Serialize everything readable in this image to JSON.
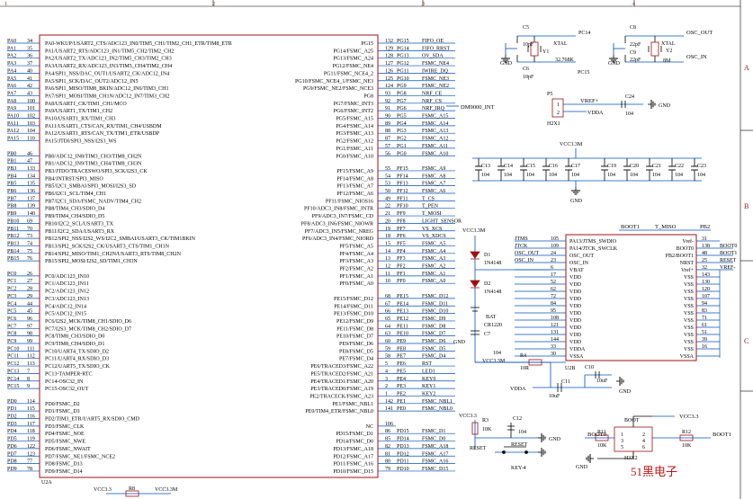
{
  "frame": {
    "cols": [
      "1",
      "2",
      "3",
      "4"
    ],
    "rows": [
      "A",
      "B",
      "C"
    ]
  },
  "brand": "51黑电子",
  "mcu": {
    "ref": "U2A",
    "left_pins": [
      {
        "net": "PA0",
        "num": "34",
        "name": "PA0-WKUP/USART2_CTS/ADC123_IN0/TIM5_CH1/TIM2_CH1_ETR/TIM8_ETR"
      },
      {
        "net": "PA1",
        "num": "35",
        "name": "PA1/USART2_RTS/ADC123_IN1/TIM5_CH2/TIM2_CH2"
      },
      {
        "net": "PA2",
        "num": "36",
        "name": "PA2/USART2_TX/ADC123_IN2/TIM5_CH3/TIM2_CH3"
      },
      {
        "net": "PA3",
        "num": "37",
        "name": "PA3/USART2_RX/ADC123_IN3/TIM5_CH4/TIM2_CH4"
      },
      {
        "net": "PA4",
        "num": "40",
        "name": "PA4/SPI1_NSS/DAC_OUT1/USART2_CK/ADC12_IN4"
      },
      {
        "net": "PA5",
        "num": "41",
        "name": "PA5/SPI1_SCK/DAC_OUT2/ADC12_IN5"
      },
      {
        "net": "PA6",
        "num": "42",
        "name": "PA6/SPI1_MISO/TIM8_BKIN/ADC12_IN6/TIM3_CH1"
      },
      {
        "net": "PA7",
        "num": "43",
        "name": "PA7/SPI1_MOSI/TIM8_CH1N/ADC12_IN7/TIM3_CH2"
      },
      {
        "net": "PA8",
        "num": "100",
        "name": "PA8/USART1_CK/TIM1_CH1/MCO"
      },
      {
        "net": "PA9",
        "num": "101",
        "name": "PA9/USART1_TX/TIM1_CH2"
      },
      {
        "net": "PA10",
        "num": "102",
        "name": "PA10/USART1_RX/TIM1_CH3"
      },
      {
        "net": "PA11",
        "num": "103",
        "name": "PA11/USART1_CTS/CAN_RX/TIM1_CH4/USBDM"
      },
      {
        "net": "PA12",
        "num": "104",
        "name": "PA12/USART1_RTS/CAN_TX/TIM1_ETR/USBDP"
      },
      {
        "net": "PA15",
        "num": "110",
        "name": "PA15/JTDI/SPI3_NSS/I2S3_WS"
      },
      {
        "net": "",
        "num": "",
        "name": ""
      },
      {
        "net": "PB0",
        "num": "46",
        "name": "PB0/ADC12_IN8/TIM3_CH3/TIM8_CH2N"
      },
      {
        "net": "PB1",
        "num": "47",
        "name": "PB1/ADC12_IN9/TIM3_CH4/TIM8_CH3N"
      },
      {
        "net": "PB3",
        "num": "133",
        "name": "PB3/JTDO/TRACESWO/SPI3_SCK/I2S3_CK"
      },
      {
        "net": "PB4",
        "num": "134",
        "name": "PB4/JNTRST/SPI3_MISO"
      },
      {
        "net": "PB5",
        "num": "135",
        "name": "PB5/I2C1_SMBAI/SPI3_MOSI/I2S3_SD"
      },
      {
        "net": "PB6",
        "num": "136",
        "name": "PB6/I2C1_SCL/TIM4_CH1"
      },
      {
        "net": "PB7",
        "num": "137",
        "name": "PB7/I2C1_SDA/FSMC_NADV/TIM4_CH2"
      },
      {
        "net": "PB8",
        "num": "139",
        "name": "PB8/TIM4_CH3/SDIO_D4"
      },
      {
        "net": "PB9",
        "num": "140",
        "name": "PB9/TIM4_CH4/SDIO_D5"
      },
      {
        "net": "PB10",
        "num": "69",
        "name": "PB10/I2C2_SCL/USART3_TX"
      },
      {
        "net": "PB11",
        "num": "70",
        "name": "PB11/I2C2_SDA/USART3_RX"
      },
      {
        "net": "PB12",
        "num": "73",
        "name": "PB12/SPI2_NSS/I2S2_WS/I2C2_SMBAI/USART3_CK/TIM1BKIN"
      },
      {
        "net": "PB13",
        "num": "74",
        "name": "PB13/SPI2_SCK/I2S2_CK/USART3_CTS/TIM1_CH1N"
      },
      {
        "net": "PB14",
        "num": "75",
        "name": "PB14/SPI2_MISO/TIM1_CH2N/USART3_RTS/TIM8_CH2N"
      },
      {
        "net": "PB15",
        "num": "76",
        "name": "PB15/SPI2_MOSI/I2S2_SD/TIM1_CH3N"
      },
      {
        "net": "",
        "num": "",
        "name": ""
      },
      {
        "net": "PC0",
        "num": "26",
        "name": "PC0/ADC123_IN10"
      },
      {
        "net": "PC1",
        "num": "27",
        "name": "PC1/ADC123_IN11"
      },
      {
        "net": "PC2",
        "num": "28",
        "name": "PC2/ADC123_IN12"
      },
      {
        "net": "PC3",
        "num": "29",
        "name": "PC3/ADC123_IN13"
      },
      {
        "net": "PC4",
        "num": "44",
        "name": "PC4/ADC12_IN14"
      },
      {
        "net": "PC5",
        "num": "45",
        "name": "PC5/ADC12_IN15"
      },
      {
        "net": "PC6",
        "num": "96",
        "name": "PC6/I2S2_MCK/TIM8_CH1/SDIO_D6"
      },
      {
        "net": "PC7",
        "num": "97",
        "name": "PC7/I2S3_MCK/TIM8_CH2/SDIO_D7"
      },
      {
        "net": "PC8",
        "num": "98",
        "name": "PC8/TIM8_CH3/SDIO_D0"
      },
      {
        "net": "PC9",
        "num": "99",
        "name": "PC9/TIM8_CH4/SDIO_D1"
      },
      {
        "net": "PC10",
        "num": "111",
        "name": "PC10/UART4_TX/SDIO_D2"
      },
      {
        "net": "PC11",
        "num": "112",
        "name": "PC11/UART4_RX/SDIO_D3"
      },
      {
        "net": "PC12",
        "num": "113",
        "name": "PC12/UART5_TX/SDIO_CK"
      },
      {
        "net": "PC13",
        "num": "7",
        "name": "PC13-TAMPER-RTC"
      },
      {
        "net": "PC14",
        "num": "8",
        "name": "PC14-OSC32_IN"
      },
      {
        "net": "PC15",
        "num": "9",
        "name": "PC15-OSC32_OUT"
      },
      {
        "net": "",
        "num": "",
        "name": ""
      },
      {
        "net": "PD0",
        "num": "114",
        "name": "PD0/FSMC_D2"
      },
      {
        "net": "PD1",
        "num": "115",
        "name": "PD1/FSMC_D3"
      },
      {
        "net": "PD2",
        "num": "116",
        "name": "PD2/TIM3_ETR/UART5_RX/SDIO_CMD"
      },
      {
        "net": "PD3",
        "num": "117",
        "name": "PD3/FSMC_CLK"
      },
      {
        "net": "PD4",
        "num": "118",
        "name": "PD4/FSMC_NOE"
      },
      {
        "net": "PD5",
        "num": "119",
        "name": "PD5/FSMC_NWE"
      },
      {
        "net": "PD6",
        "num": "122",
        "name": "PD6/FSMC_NWAIT"
      },
      {
        "net": "PD7",
        "num": "123",
        "name": "PD7/FSMC_NE1/FSMC_NCE2"
      },
      {
        "net": "PD8",
        "num": "77",
        "name": "PD8/FSMC_D13"
      },
      {
        "net": "PD9",
        "num": "78",
        "name": "PD9/FSMC_D14"
      }
    ],
    "right_pins": [
      {
        "name": "PG15",
        "num": "132",
        "port": "PG15",
        "net": "FIFO_OE"
      },
      {
        "name": "PG14/FSMC_A25",
        "num": "129",
        "port": "PG14",
        "net": "FIFO_RRST"
      },
      {
        "name": "PG13/FSMC_A24",
        "num": "128",
        "port": "PG13",
        "net": "OV_SDA"
      },
      {
        "name": "PG12/FSMC_NE4",
        "num": "127",
        "port": "PG12",
        "net": "FSMC_NE4"
      },
      {
        "name": "PG11/FSMC_NCE4_2",
        "num": "126",
        "port": "PG11",
        "net": "IWIRE_DQ"
      },
      {
        "name": "PG10/FSMC_NCE4_1/FSMC_NE3",
        "num": "125",
        "port": "PG10",
        "net": "FSMC_NE3"
      },
      {
        "name": "PG9/FSMC_NE2/FSMC_NCE3",
        "num": "124",
        "port": "PG9",
        "net": "FSMC_NE2"
      },
      {
        "name": "PG8",
        "num": "93",
        "port": "PG8",
        "net": "NRF_CE"
      },
      {
        "name": "PG7/FSMC_INT3",
        "num": "92",
        "port": "PG7",
        "net": "NRF_CS"
      },
      {
        "name": "PG6/FSMC_INT2",
        "num": "91",
        "port": "PG6",
        "net": "NRF_IRQ"
      },
      {
        "name": "PG5/FSMC_A15",
        "num": "90",
        "port": "PG5",
        "net": "FSMC_A15"
      },
      {
        "name": "PG4/FSMC_A14",
        "num": "89",
        "port": "PG4",
        "net": "FSMC_A14"
      },
      {
        "name": "PG3/FSMC_A13",
        "num": "88",
        "port": "PG3",
        "net": "FSMC_A13"
      },
      {
        "name": "PG2/FSMC_A12",
        "num": "87",
        "port": "PG2",
        "net": "FSMC_A12"
      },
      {
        "name": "PG1/FSMC_A11",
        "num": "57",
        "port": "PG1",
        "net": "FSMC_A11"
      },
      {
        "name": "PG0/FSMC_A10",
        "num": "56",
        "port": "PG0",
        "net": "FSMC_A10"
      },
      {
        "name": "",
        "num": "",
        "port": "",
        "net": ""
      },
      {
        "name": "PF15/FSMC_A9",
        "num": "55",
        "port": "PF15",
        "net": "FSMC_A9"
      },
      {
        "name": "PF14/FSMC_A8",
        "num": "54",
        "port": "PF14",
        "net": "FSMC_A8"
      },
      {
        "name": "PF13/FSMC_A7",
        "num": "53",
        "port": "PF13",
        "net": "FSMC_A7"
      },
      {
        "name": "PF12/FSMC_A6",
        "num": "50",
        "port": "PF12",
        "net": "FSMC_A6"
      },
      {
        "name": "PF11/FSMC_NIOS16",
        "num": "49",
        "port": "PF11",
        "net": "T_CS"
      },
      {
        "name": "PF10/ADC3_IN8/FSMC_INTR",
        "num": "22",
        "port": "PF10",
        "net": "T_PEN"
      },
      {
        "name": "PF9/ADC3_IN7/FSMC_CD",
        "num": "21",
        "port": "PF9",
        "net": "T_MOSI"
      },
      {
        "name": "PF8/ADC3_IN6/FSMC_NIOWR",
        "num": "20",
        "port": "PF8",
        "net": "LIGHT_SENSOR"
      },
      {
        "name": "PF7/ADC3_IN5/FSMC_NREG",
        "num": "19",
        "port": "PF7",
        "net": "VS_XCS"
      },
      {
        "name": "PF6/ADC3_IN4/FSMC_NIORD",
        "num": "18",
        "port": "PF6",
        "net": "VS_XDCS"
      },
      {
        "name": "PF5/FSMC_A5",
        "num": "15",
        "port": "PF5",
        "net": "FSMC_A5"
      },
      {
        "name": "PF4/FSMC_A4",
        "num": "14",
        "port": "PF4",
        "net": "FSMC_A4"
      },
      {
        "name": "PF3/FSMC_A3",
        "num": "13",
        "port": "PF3",
        "net": "FSMC_A3"
      },
      {
        "name": "PF2/FSMC_A2",
        "num": "12",
        "port": "PF2",
        "net": "FSMC_A2"
      },
      {
        "name": "PF1/FSMC_A1",
        "num": "11",
        "port": "PF1",
        "net": "FSMC_A1"
      },
      {
        "name": "PF0/FSMC_A0",
        "num": "10",
        "port": "PF0",
        "net": "FSMC_A0"
      },
      {
        "name": "",
        "num": "",
        "port": "",
        "net": ""
      },
      {
        "name": "PE15/FSMC_D12",
        "num": "68",
        "port": "PE15",
        "net": "FSMC_D12"
      },
      {
        "name": "PE14/FSMC_D11",
        "num": "67",
        "port": "PE14",
        "net": "FSMC_D11"
      },
      {
        "name": "PE13/FSMC_D10",
        "num": "66",
        "port": "PE13",
        "net": "FSMC_D10"
      },
      {
        "name": "PE12/FSMC_D9",
        "num": "65",
        "port": "PE12",
        "net": "FSMC_D9"
      },
      {
        "name": "PE11/FSMC_D8",
        "num": "64",
        "port": "PE11",
        "net": "FSMC_D8"
      },
      {
        "name": "PE10/FSMC_D7",
        "num": "63",
        "port": "PE10",
        "net": "FSMC_D7"
      },
      {
        "name": "PE9/FSMC_D6",
        "num": "60",
        "port": "PE9",
        "net": "FSMC_D6"
      },
      {
        "name": "PE8/FSMC_D5",
        "num": "59",
        "port": "PE8",
        "net": "FSMC_D5"
      },
      {
        "name": "PE7/FSMC_D4",
        "num": "58",
        "port": "PE7",
        "net": "FSMC_D4"
      },
      {
        "name": "PE6/TRACED3/FSMC_A22",
        "num": "5",
        "port": "PE6",
        "net": "RST"
      },
      {
        "name": "PE5/TRACED2/FSMC_A21",
        "num": "4",
        "port": "PE5",
        "net": "LED1"
      },
      {
        "name": "PE4/TRACED1/FSMC_A20",
        "num": "3",
        "port": "PE4",
        "net": "KEY0"
      },
      {
        "name": "PE3/TRACED0/FSMC_A19",
        "num": "2",
        "port": "PE3",
        "net": "KEY1"
      },
      {
        "name": "PE2/TRACECK/FSMC_A23",
        "num": "1",
        "port": "PE2",
        "net": "KEY2"
      },
      {
        "name": "PE1/FSMC_NBL1",
        "num": "142",
        "port": "PE1",
        "net": "FSMC_NBL1"
      },
      {
        "name": "PE0/TIM4_ETR/FSMC_NBL0",
        "num": "141",
        "port": "PE0",
        "net": "FSMC_NBL0"
      },
      {
        "name": "",
        "num": "",
        "port": "",
        "net": ""
      },
      {
        "name": "NC",
        "num": "106",
        "port": "",
        "net": ""
      },
      {
        "name": "PD15/FSMC_D1",
        "num": "86",
        "port": "PD15",
        "net": "FSMC_D1"
      },
      {
        "name": "PD14/FSMC_D0",
        "num": "85",
        "port": "PD14",
        "net": "FSMC_D0"
      },
      {
        "name": "PD13/FSMC_A18",
        "num": "82",
        "port": "PD13",
        "net": "FSMC_A18"
      },
      {
        "name": "PD12/FSMC_A17",
        "num": "81",
        "port": "PD12",
        "net": "FSMC_A17"
      },
      {
        "name": "PD11/FSMC_A16",
        "num": "80",
        "port": "PD11",
        "net": "FSMC_A16"
      },
      {
        "name": "PD10/FSMC_D15",
        "num": "79",
        "port": "PD10",
        "net": "FSMC_D15"
      }
    ],
    "dm9000": "DM9000_INT"
  },
  "osc32": {
    "c5_ref": "C5",
    "c5_val": "10pF",
    "c6_ref": "C6",
    "c6_val": "10pF",
    "xtal": "XTAL",
    "y1": "Y1",
    "freq": "32.768K",
    "pc14": "PC14",
    "pc15": "PC15",
    "gnd": "GND"
  },
  "osc8m": {
    "c8_ref": "C8",
    "c8_val": "22pF",
    "c9_ref": "C9",
    "c9_val": "22pF",
    "xtal": "XTAL",
    "y2": "Y2",
    "freq": "8M",
    "osc_out": "OSC_OUT",
    "osc_in": "OSC_IN",
    "gnd": "GND"
  },
  "vref": {
    "p5": "P5",
    "p5_pin1": "1",
    "p5_pin2": "2",
    "h2x1": "H2X1",
    "vref_p": "VREF+",
    "vdda": "VDDA",
    "c24_ref": "C24",
    "c24_val": "104",
    "gnd": "GND"
  },
  "decoupling": {
    "rail": "VCC3.3M",
    "gnd": "GND",
    "caps": [
      {
        "ref": "C13",
        "val": "104"
      },
      {
        "ref": "C14",
        "val": "104"
      },
      {
        "ref": "C15",
        "val": "104"
      },
      {
        "ref": "C16",
        "val": "104"
      },
      {
        "ref": "C17",
        "val": "104"
      },
      {
        "ref": "C19",
        "val": "104"
      },
      {
        "ref": "C20",
        "val": "104"
      },
      {
        "ref": "C21",
        "val": "104"
      },
      {
        "ref": "C22",
        "val": "104"
      },
      {
        "ref": "C23",
        "val": "104"
      }
    ]
  },
  "battery": {
    "rail": "VCC3.3M",
    "d1_ref": "D1",
    "d1_val": "1N4148",
    "d2_ref": "D2",
    "d2_val": "1N4148",
    "bat_ref": "BAT",
    "bat_val": "CR1220",
    "c7_ref": "C7",
    "c7_val": "104",
    "gnd": "GND"
  },
  "power": {
    "ref": "U2B",
    "left": [
      {
        "net": "JTMS",
        "num": "105",
        "name": "PA13/JTMS_SWDIO"
      },
      {
        "net": "JTCK",
        "num": "109",
        "name": "PA14/JTCK_SWCLK"
      },
      {
        "net": "OSC_OUT",
        "num": "24",
        "name": "OSC_OUT"
      },
      {
        "net": "OSC_IN",
        "num": "23",
        "name": "OSC_IN"
      },
      {
        "net": "",
        "num": "6",
        "name": "VBAT"
      },
      {
        "net": "",
        "num": "17",
        "name": "VDD"
      },
      {
        "net": "",
        "num": "52",
        "name": "VDD"
      },
      {
        "net": "",
        "num": "62",
        "name": "VDD"
      },
      {
        "net": "",
        "num": "72",
        "name": "VDD"
      },
      {
        "net": "",
        "num": "84",
        "name": "VDD"
      },
      {
        "net": "",
        "num": "95",
        "name": "VDD"
      },
      {
        "net": "",
        "num": "108",
        "name": "VDD"
      },
      {
        "net": "",
        "num": "121",
        "name": "VDD"
      },
      {
        "net": "",
        "num": "131",
        "name": "VDD"
      },
      {
        "net": "",
        "num": "144",
        "name": "VDD"
      },
      {
        "net": "",
        "num": "33",
        "name": "VDDA"
      },
      {
        "net": "",
        "num": "30",
        "name": "VSSA"
      }
    ],
    "right": [
      {
        "name": "Vref-",
        "num": "31",
        "net": ""
      },
      {
        "name": "BOOT0",
        "num": "138",
        "net": "BOOT0"
      },
      {
        "name": "PB2/BOOT1",
        "num": "48",
        "net": "BOOT1"
      },
      {
        "name": "NRST",
        "num": "25",
        "net": "RESET"
      },
      {
        "name": "Vref+",
        "num": "32",
        "net": "VREF-"
      },
      {
        "name": "VSS",
        "num": "143",
        "net": ""
      },
      {
        "name": "VSS",
        "num": "130",
        "net": ""
      },
      {
        "name": "VSS",
        "num": "120",
        "net": ""
      },
      {
        "name": "VSS",
        "num": "107",
        "net": ""
      },
      {
        "name": "VSS",
        "num": "94",
        "net": ""
      },
      {
        "name": "VSS",
        "num": "83",
        "net": ""
      },
      {
        "name": "VSS",
        "num": "71",
        "net": ""
      },
      {
        "name": "VSS",
        "num": "61",
        "net": ""
      },
      {
        "name": "VSS",
        "num": "51",
        "net": ""
      },
      {
        "name": "VSS",
        "num": "39",
        "net": ""
      },
      {
        "name": "VSS",
        "num": "16",
        "net": ""
      },
      {
        "name": "VSSA",
        "num": "",
        "net": ""
      }
    ],
    "top_boot1": "BOOT1",
    "top_tmiso": "T_MISO",
    "top_pb2": "PB2",
    "vcc": "VCC3.3M",
    "r4_ref": "R4",
    "r4_val": "10R",
    "c10_ref": "C10",
    "c10_val": "10uF",
    "c11_ref": "C11",
    "c11_val": "10uF",
    "vdda": "VDDA",
    "gnd": "GND"
  },
  "reset": {
    "vcc": "VCC3.3",
    "r3_ref": "R3",
    "r3_val": "10K",
    "c12_ref": "C12",
    "c12_val": "104",
    "label": "RESET",
    "sw": "RESET",
    "key": "KEY-4",
    "gnd": "GND"
  },
  "boot": {
    "title": "BOOT",
    "vcc": "VCC3.3",
    "boot0": "BOOT0",
    "boot1": "BOOT1",
    "r11_ref": "R11",
    "r11_val": "10K",
    "r12_ref": "R12",
    "r12_val": "10K",
    "pins": [
      "1",
      "2",
      "3",
      "4",
      "5",
      "6"
    ],
    "header": "H3X2",
    "gnd": "GND"
  },
  "bottom": {
    "vcc1": "VCC3.3",
    "r8": "R8",
    "vcc2": "VCC3.3M"
  }
}
